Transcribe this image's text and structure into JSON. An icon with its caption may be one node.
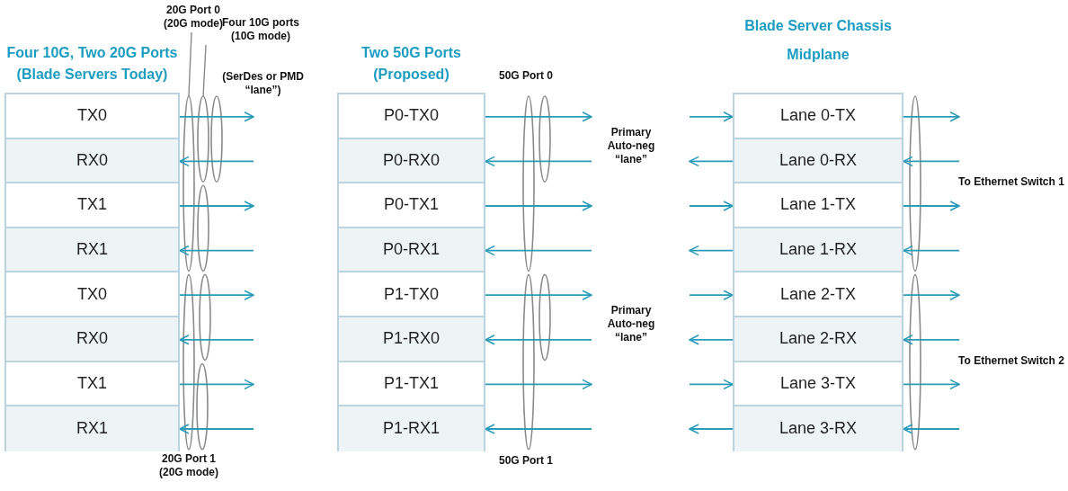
{
  "diagram": {
    "nodes": [
      {
        "text": [
          "Four 10G, Two 20G Ports (Blade Servers Today)"
        ]
      },
      {
        "text": [
          "TX0"
        ],
        "in": 0
      },
      {
        "text": [
          "RX0"
        ],
        "in": 0
      },
      {
        "text": [
          "TX1"
        ],
        "in": 0
      },
      {
        "text": [
          "RX1"
        ],
        "in": 0
      },
      {
        "text": [
          "TX0"
        ],
        "in": 0
      },
      {
        "text": [
          "RX0"
        ],
        "in": 0
      },
      {
        "text": [
          "TX1"
        ],
        "in": 0
      },
      {
        "text": [
          "RX1"
        ],
        "in": 0
      },
      {
        "text": [
          "Two 50G Ports (Proposed)"
        ]
      },
      {
        "text": [
          "P0-TX0"
        ],
        "in": 9
      },
      {
        "text": [
          "P0-RX0"
        ],
        "in": 9
      },
      {
        "text": [
          "P0-TX1"
        ],
        "in": 9
      },
      {
        "text": [
          "P0-RX1"
        ],
        "in": 9
      },
      {
        "text": [
          "P1-TX0"
        ],
        "in": 9
      },
      {
        "text": [
          "P1-RX0"
        ],
        "in": 9
      },
      {
        "text": [
          "P1-TX1"
        ],
        "in": 9
      },
      {
        "text": [
          "P1-RX1"
        ],
        "in": 9
      },
      {
        "text": [
          "Blade Server Chassis Midplane"
        ]
      },
      {
        "text": [
          "Lane 0-TX"
        ],
        "in": 18
      },
      {
        "text": [
          "Lane 0-RX"
        ],
        "in": 18
      },
      {
        "text": [
          "Lane 1-TX"
        ],
        "in": 18
      },
      {
        "text": [
          "Lane 1-RX"
        ],
        "in": 18
      },
      {
        "text": [
          "Lane 2-TX"
        ],
        "in": 18
      },
      {
        "text": [
          "Lane 2-RX"
        ],
        "in": 18
      },
      {
        "text": [
          "Lane 3-TX"
        ],
        "in": 18
      },
      {
        "text": [
          "Lane 3-RX"
        ],
        "in": 18
      },
      {
        "text": [
          "20G Port 0 (20G mode)"
        ]
      },
      {
        "text": [
          "Four 10G ports (10G mode)"
        ]
      },
      {
        "text": [],
        "shape": "ellipse"
      },
      {
        "text": [],
        "shape": "ellipse"
      },
      {
        "text": [],
        "shape": "ellipse"
      },
      {
        "text": [],
        "shape": "ellipse"
      },
      {
        "text": [],
        "shape": "ellipse"
      },
      {
        "text": [],
        "shape": "ellipse"
      },
      {
        "text": [],
        "shape": "ellipse"
      },
      {
        "text": [],
        "shape": "ellipse"
      },
      {
        "text": [],
        "shape": "ellipse"
      },
      {
        "text": [],
        "shape": "ellipse"
      },
      {
        "text": [],
        "shape": "ellipse"
      },
      {
        "text": [],
        "shape": "ellipse"
      },
      {
        "text": [],
        "shape": "ellipse"
      }
    ],
    "edges": [
      {
        "from": 1,
        "to": null,
        "arrow": "to"
      },
      {
        "from": null,
        "to": 2,
        "arrow": "to"
      },
      {
        "from": 3,
        "to": null,
        "arrow": "to"
      },
      {
        "from": null,
        "to": 4,
        "arrow": "to"
      },
      {
        "from": 5,
        "to": null,
        "arrow": "to"
      },
      {
        "from": null,
        "to": 6,
        "arrow": "to"
      },
      {
        "from": 7,
        "to": null,
        "arrow": "to"
      },
      {
        "from": null,
        "to": 8,
        "arrow": "to"
      },
      {
        "from": 10,
        "to": null,
        "arrow": "to"
      },
      {
        "from": null,
        "to": 11,
        "arrow": "to"
      },
      {
        "from": 12,
        "to": null,
        "arrow": "to"
      },
      {
        "from": null,
        "to": 13,
        "arrow": "to"
      },
      {
        "from": 14,
        "to": null,
        "arrow": "to"
      },
      {
        "from": null,
        "to": 15,
        "arrow": "to"
      },
      {
        "from": 16,
        "to": null,
        "arrow": "to"
      },
      {
        "from": null,
        "to": 17,
        "arrow": "to"
      },
      {
        "from": null,
        "to": 19,
        "arrow": "to"
      },
      {
        "from": 19,
        "to": null,
        "arrow": "to"
      },
      {
        "from": 20,
        "to": null,
        "arrow": "to"
      },
      {
        "from": null,
        "to": 20,
        "arrow": "to"
      },
      {
        "from": null,
        "to": 21,
        "arrow": "to"
      },
      {
        "from": 21,
        "to": null,
        "arrow": "to"
      },
      {
        "from": 22,
        "to": null,
        "arrow": "to"
      },
      {
        "from": null,
        "to": 22,
        "arrow": "to"
      },
      {
        "from": null,
        "to": 23,
        "arrow": "to"
      },
      {
        "from": 23,
        "to": null,
        "arrow": "to"
      },
      {
        "from": 24,
        "to": null,
        "arrow": "to"
      },
      {
        "from": null,
        "to": 24,
        "arrow": "to"
      },
      {
        "from": null,
        "to": 25,
        "arrow": "to"
      },
      {
        "from": 25,
        "to": null,
        "arrow": "to"
      },
      {
        "from": 26,
        "to": null,
        "arrow": "to"
      },
      {
        "from": null,
        "to": 26,
        "arrow": "to"
      },
      {
        "from": 27,
        "to": 29,
        "arrow": "none",
        "color": "#8a8a8a"
      },
      {
        "from": 28,
        "to": 30,
        "arrow": "none",
        "color": "#8a8a8a"
      }
    ],
    "labels": [
      "(SerDes or PMD “lane”)",
      "50G Port 0",
      "Primary Auto-neg “lane”",
      "To Ethernet Switch 1",
      "Primary Auto-neg “lane”",
      "To Ethernet Switch 2",
      "20G Port 1 (20G mode)",
      "50G Port 1"
    ]
  }
}
